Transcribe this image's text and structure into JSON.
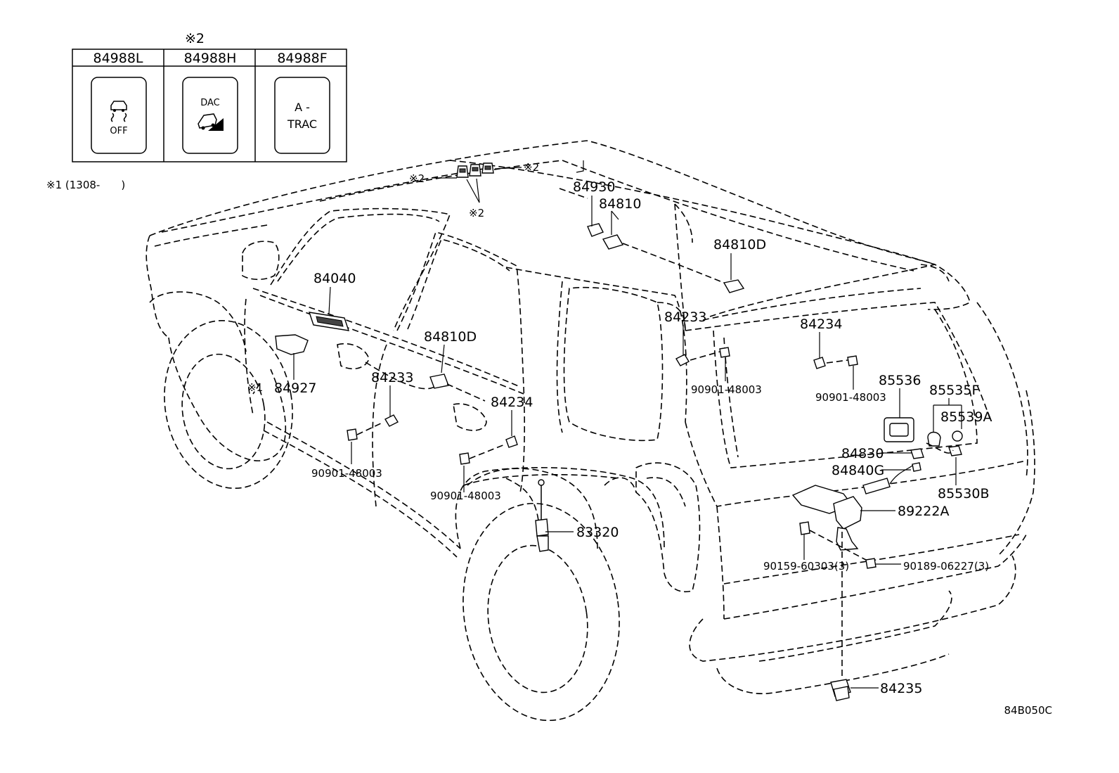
{
  "diagram_code": "84B050C",
  "switch_panel": {
    "note_mark": "※2",
    "columns": [
      {
        "part": "84988L",
        "icon": "traction-control-off-icon",
        "label": "OFF"
      },
      {
        "part": "84988H",
        "icon": "downhill-assist-control-icon",
        "label": "DAC"
      },
      {
        "part": "84988F",
        "icon": "a-trac-text-icon",
        "label_line1": "A -",
        "label_line2": "TRAC"
      }
    ]
  },
  "notes": {
    "note1": "※1 (1308-　　)",
    "mark1": "※1",
    "mark2": "※2"
  },
  "callouts": [
    {
      "id": "84930",
      "text": "84930"
    },
    {
      "id": "84810",
      "text": "84810"
    },
    {
      "id": "84810D_roof",
      "text": "84810D"
    },
    {
      "id": "84040",
      "text": "84040"
    },
    {
      "id": "84927",
      "text": "84927"
    },
    {
      "id": "84810D_door",
      "text": "84810D"
    },
    {
      "id": "84233_front",
      "text": "84233"
    },
    {
      "id": "84234_front",
      "text": "84234"
    },
    {
      "id": "84233_rear",
      "text": "84233"
    },
    {
      "id": "84234_rear",
      "text": "84234"
    },
    {
      "id": "90901_48003_a",
      "text": "90901-48003"
    },
    {
      "id": "90901_48003_b",
      "text": "90901-48003"
    },
    {
      "id": "90901_48003_c",
      "text": "90901-48003"
    },
    {
      "id": "90901_48003_d",
      "text": "90901-48003"
    },
    {
      "id": "85536",
      "text": "85536"
    },
    {
      "id": "85535F",
      "text": "85535F"
    },
    {
      "id": "85539A",
      "text": "85539A"
    },
    {
      "id": "84830",
      "text": "84830"
    },
    {
      "id": "84840G",
      "text": "84840G"
    },
    {
      "id": "85530B",
      "text": "85530B"
    },
    {
      "id": "89222A",
      "text": "89222A"
    },
    {
      "id": "83320",
      "text": "83320"
    },
    {
      "id": "90159_60303",
      "text": "90159-60303(3)"
    },
    {
      "id": "90189_06227",
      "text": "90189-06227(3)"
    },
    {
      "id": "84235",
      "text": "84235"
    }
  ]
}
